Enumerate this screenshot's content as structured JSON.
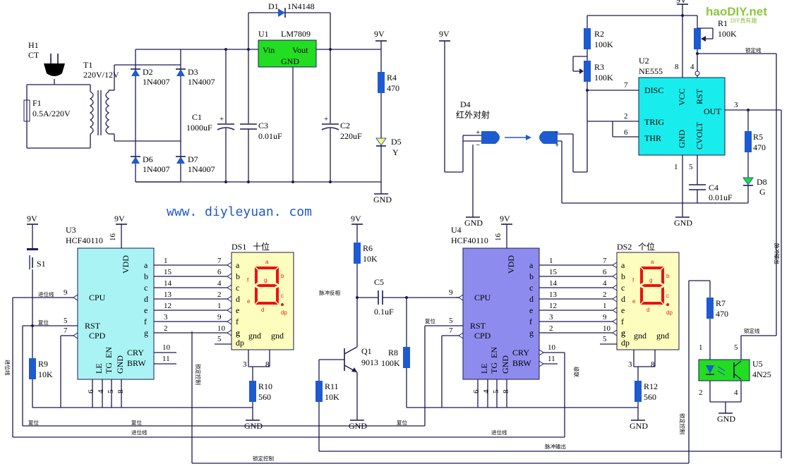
{
  "labels": {
    "h1": "H1",
    "ct": "CT",
    "f1": "F1",
    "f1_val": "0.5A/220V",
    "t1": "T1",
    "t1_val": "220V/12V",
    "d2": "D2",
    "d3": "D3",
    "d6": "D6",
    "d7": "D7",
    "d2_val": "1N4007",
    "d3_val": "1N4007",
    "d6_val": "1N4007",
    "d7_val": "1N4007",
    "d1": "D1",
    "d1_val": "1N4148",
    "u1": "U1",
    "u1_val": "LM7809",
    "u1_vin": "Vin",
    "u1_vout": "Vout",
    "u1_gnd": "GND",
    "c1": "C1",
    "c1_val": "1000uF",
    "c3": "C3",
    "c3_val": "0.01uF",
    "c2": "C2",
    "c2_val": "220uF",
    "r4": "R4",
    "r4_val": "470",
    "d5": "D5",
    "d5_val": "Y",
    "gnd": "GND",
    "v9": "9V",
    "d4": "D4",
    "d4_val": "红外对射",
    "r1": "R1",
    "r1_val": "100K",
    "r2": "R2",
    "r2_val": "100K",
    "r3": "R3",
    "r3_val": "100K",
    "u2": "U2",
    "u2_val": "NE555",
    "u2_disc": "DISC",
    "u2_vcc": "VCC",
    "u2_rst": "RST",
    "u2_trig": "TRIG",
    "u2_thr": "THR",
    "u2_gnd": "GND",
    "u2_cvolt": "CVOLT",
    "u2_out": "OUT",
    "r5": "R5",
    "r5_val": "470",
    "d8": "D8",
    "d8_val": "G",
    "c4": "C4",
    "c4_val": "0.01uF",
    "lock_line": "锁定线",
    "url": "www. diyleyuan. com",
    "logo": "haoDIY.net",
    "logo_sub": "DIY真有趣",
    "u3": "U3",
    "u3_val": "HCF40110",
    "u4": "U4",
    "u4_val": "HCF40110",
    "vdd": "VDD",
    "cpu": "CPU",
    "rst": "RST",
    "cpd": "CPD",
    "cry": "CRY",
    "brw": "BRW",
    "le": "LE",
    "tg": "TG",
    "en": "EN",
    "s1": "S1",
    "r9": "R9",
    "r9_val": "10K",
    "r10": "R10",
    "r10_val": "560",
    "r12": "R12",
    "r12_val": "560",
    "ds1": "DS1",
    "ds1_val": "十位",
    "ds2": "DS2",
    "ds2_val": "个位",
    "r6": "R6",
    "r6_val": "10K",
    "c5": "C5",
    "c5_val": "0.1uF",
    "q1": "Q1",
    "q1_val": "9013",
    "r8": "R8",
    "r8_val": "100K",
    "r11": "R11",
    "r11_val": "10K",
    "r7": "R7",
    "r7_val": "470",
    "u5": "U5",
    "u5_val": "4N25",
    "pulse_in": "脉冲反相",
    "pulse_out": "脉冲输出",
    "carry": "进位线",
    "reset": "复位",
    "lock_ctrl": "锁定控制",
    "cascade": "级联",
    "pin_a": "a",
    "pin_b": "b",
    "pin_c": "c",
    "pin_d": "d",
    "pin_e": "e",
    "pin_f": "f",
    "pin_g": "g",
    "pin_dp": "dp",
    "pin_gnd": "gnd",
    "num": [
      "1",
      "2",
      "3",
      "4",
      "5",
      "6",
      "7",
      "8",
      "9",
      "10",
      "11",
      "12",
      "13",
      "14",
      "15",
      "16"
    ]
  },
  "colors": {
    "wire": "#1a1a55",
    "regulator": "#22dd22",
    "timer": "#19ecec",
    "counter_u3": "#aaf3f5",
    "counter_u4": "#8d8cee",
    "display": "#fdfdbe",
    "component": "#1e5ad0",
    "segment": "#ee1111",
    "optocoupler": "#22dd22"
  }
}
